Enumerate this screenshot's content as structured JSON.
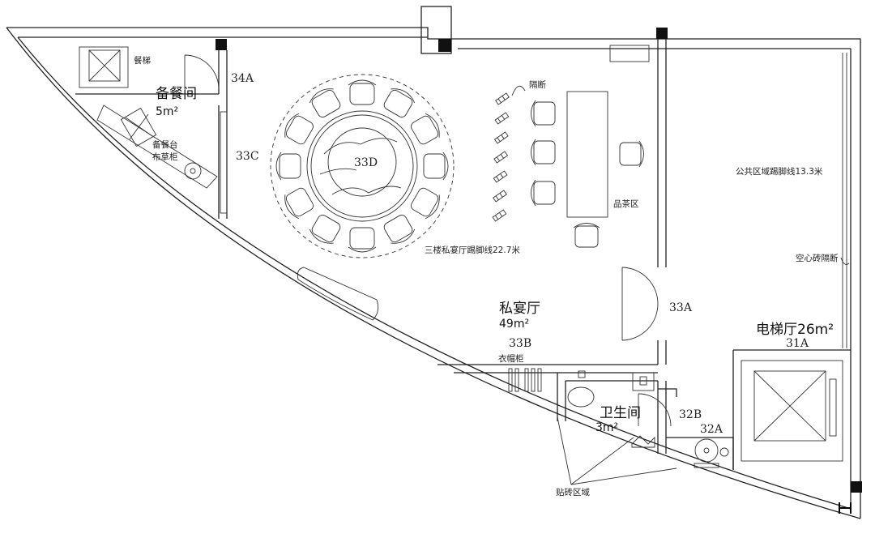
{
  "rooms": {
    "service": {
      "name": "备餐间",
      "area": "5m²"
    },
    "private": {
      "name": "私宴厅",
      "area": "49m²"
    },
    "toilet": {
      "name": "卫生间",
      "area": "3m²"
    },
    "elevator": {
      "name": "电梯厅26m²"
    }
  },
  "labels": {
    "dumbwaiter": "餐梯",
    "counter_line1": "备餐台",
    "counter_line2": "布草柜",
    "partition": "隔断",
    "tea_area": "品茶区",
    "wardrobe": "衣帽柜",
    "tile_area": "贴砖区域",
    "hollow_brick": "空心砖隔断",
    "baseboard_private": "三楼私宴厅踢脚线22.7米",
    "baseboard_public": "公共区域踢脚线13.3米"
  },
  "codes": {
    "c34A": "34A",
    "c33C": "33C",
    "c33D": "33D",
    "c33A": "33A",
    "c33B": "33B",
    "c32B": "32B",
    "c32A": "32A",
    "c31A": "31A"
  }
}
